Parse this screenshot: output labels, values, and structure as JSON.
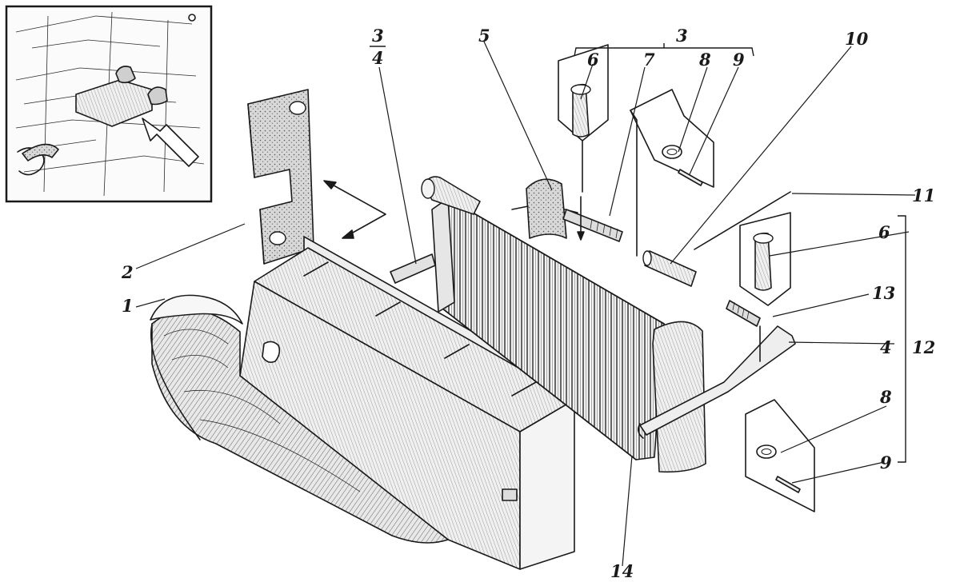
{
  "callouts": {
    "c1": "1",
    "c2": "2",
    "c3a": "3",
    "c4a": "4",
    "c5": "5",
    "c3b": "3",
    "c6a": "6",
    "c7": "7",
    "c8a": "8",
    "c9a": "9",
    "c10": "10",
    "c11": "11",
    "c6b": "6",
    "c13": "13",
    "c4b": "4",
    "c12": "12",
    "c8b": "8",
    "c9b": "9",
    "c14": "14"
  }
}
